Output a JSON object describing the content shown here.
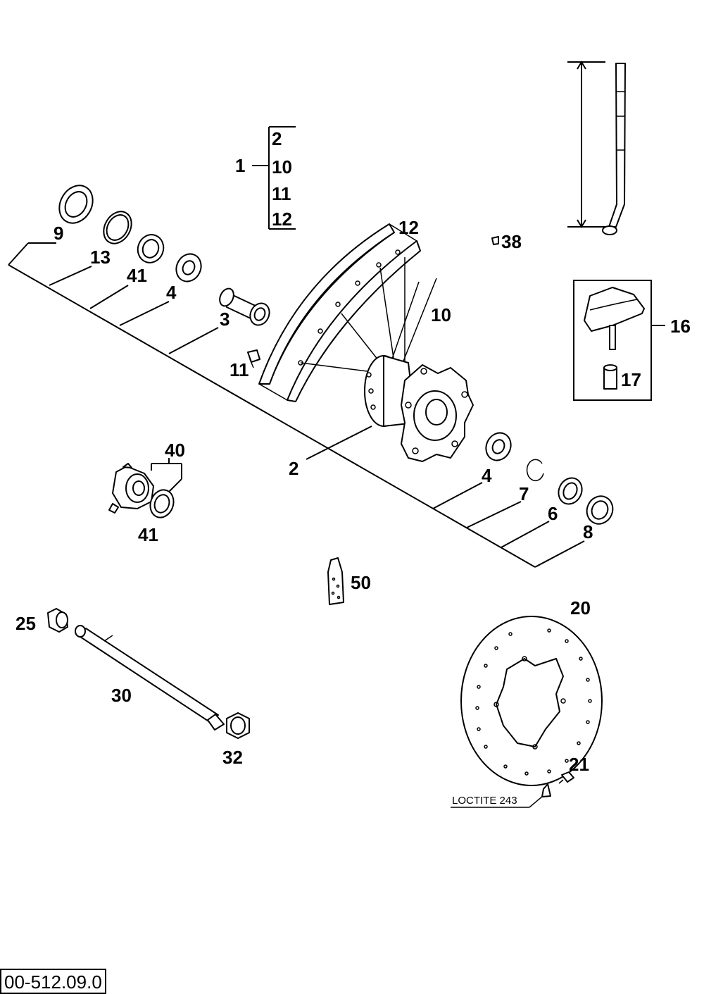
{
  "doc_number": "00-512.09.0",
  "note_loctite": "LOCTITE 243",
  "kit": {
    "main": "1",
    "items": [
      "2",
      "10",
      "11",
      "12"
    ]
  },
  "labels": {
    "p9": "9",
    "p13": "13",
    "p41a": "41",
    "p4a": "4",
    "p3": "3",
    "p12": "12",
    "p38": "38",
    "p10": "10",
    "p11": "11",
    "p16": "16",
    "p17": "17",
    "p2": "2",
    "p40": "40",
    "p41b": "41",
    "p4b": "4",
    "p7": "7",
    "p6": "6",
    "p8": "8",
    "p50": "50",
    "p25": "25",
    "p30": "30",
    "p32": "32",
    "p20": "20",
    "p21": "21"
  }
}
